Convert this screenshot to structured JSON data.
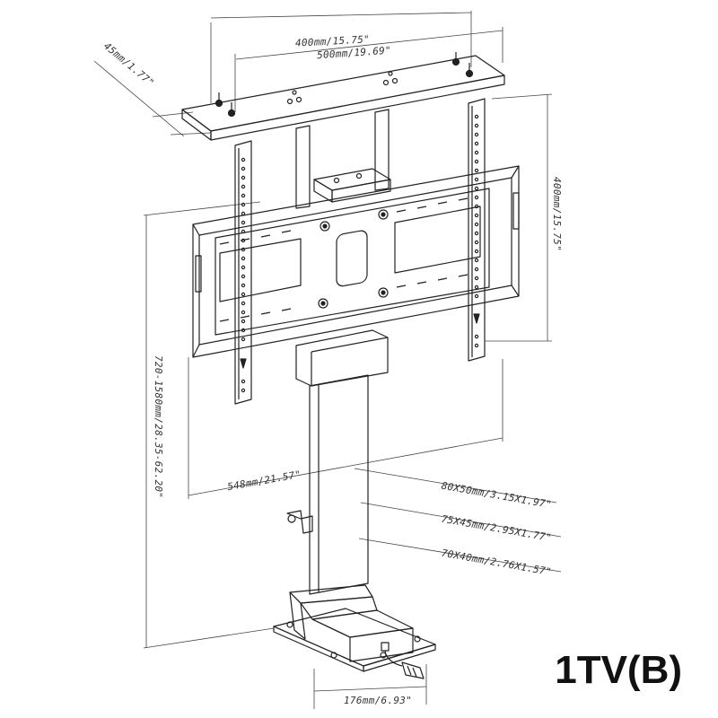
{
  "dimensions": {
    "top_width_400": "400mm/15.75\"",
    "top_width_500": "500mm/19.69\"",
    "top_depth": "45mm/1.77\"",
    "vesa_height": "400mm/15.75\"",
    "lift_range": "720-1580mm/28.35-62.20\"",
    "bracket_width": "548mm/21.57\"",
    "column_upper": "80X50mm/3.15X1.97\"",
    "column_middle": "75X45mm/2.95X1.77\"",
    "column_lower": "70X40mm/2.76X1.57\"",
    "base_width": "176mm/6.93\""
  },
  "model": "1TV(B)"
}
